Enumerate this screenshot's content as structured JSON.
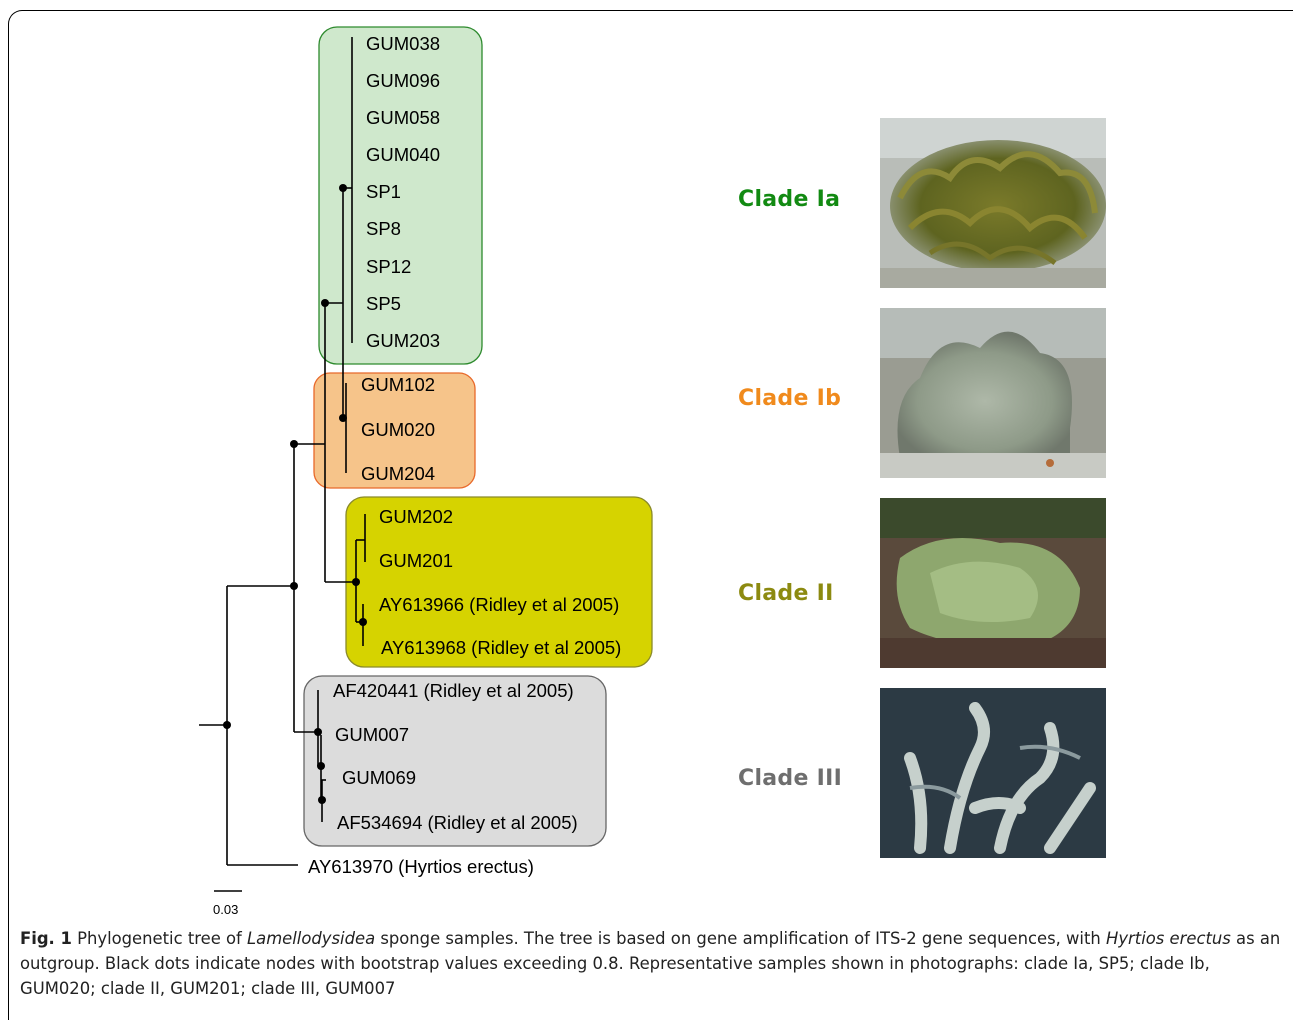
{
  "colors": {
    "clade_ia_fill": "#cfe8cc",
    "clade_ia_stroke": "#2d8a2d",
    "clade_ia_text": "#128a12",
    "clade_ib_fill": "#f6c48a",
    "clade_ib_stroke": "#e8692a",
    "clade_ib_text": "#f08a1c",
    "clade_ii_fill": "#d6d300",
    "clade_ii_stroke": "#8a8a2a",
    "clade_ii_text": "#8c8a10",
    "clade_iii_fill": "#dcdcdc",
    "clade_iii_stroke": "#666666",
    "clade_iii_text": "#6e6e6e"
  },
  "tree": {
    "taxa": {
      "gum038": "GUM038",
      "gum096": "GUM096",
      "gum058": "GUM058",
      "gum040": "GUM040",
      "sp1": "SP1",
      "sp8": "SP8",
      "sp12": "SP12",
      "sp5": "SP5",
      "gum203": "GUM203",
      "gum102": "GUM102",
      "gum020": "GUM020",
      "gum204": "GUM204",
      "gum202": "GUM202",
      "gum201": "GUM201",
      "ay613966": "AY613966 (Ridley et al 2005)",
      "ay613968": "AY613968 (Ridley et al 2005)",
      "af420441": "AF420441 (Ridley et al 2005)",
      "gum007": "GUM007",
      "gum069": "GUM069",
      "af534694": "AF534694 (Ridley et al 2005)",
      "ay613970": "AY613970 (Hyrtios erectus)"
    },
    "scale_bar_label": "0.03"
  },
  "clades": {
    "ia": "Clade Ia",
    "ib": "Clade Ib",
    "ii": "Clade II",
    "iii": "Clade III"
  },
  "caption": {
    "fig_number": "Fig. 1",
    "part1": " Phylogenetic tree of ",
    "genus": "Lamellodysidea",
    "part2": " sponge samples. The tree is based on gene amplification of ITS-2 gene sequences, with ",
    "outgroup": "Hyrtios erectus",
    "part3": " as an outgroup. Black dots indicate nodes with bootstrap values exceeding 0.8. Representative samples shown in photographs: clade Ia, SP5; clade Ib, GUM020; clade II, GUM201; clade III, GUM007"
  }
}
